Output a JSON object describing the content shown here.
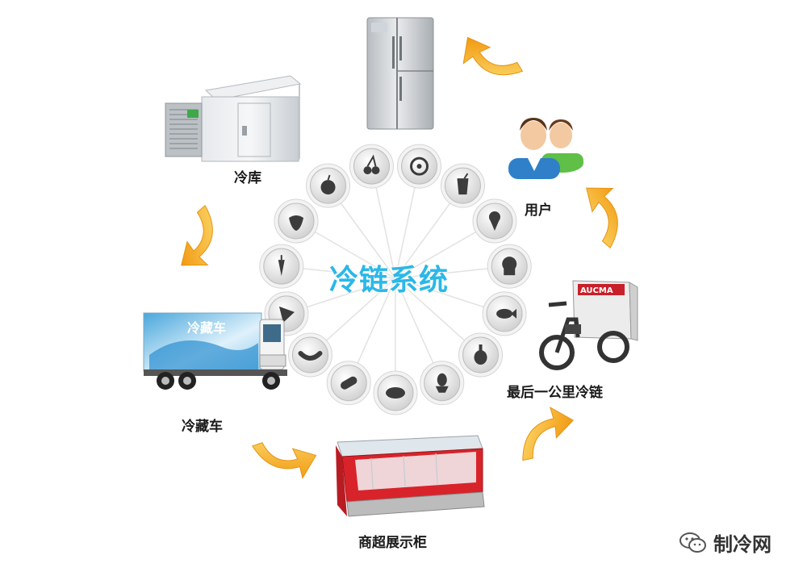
{
  "center_title": "冷链系统",
  "nodes": {
    "cold_storage": "冷库",
    "user": "用户",
    "last_mile": "最后一公里冷链",
    "supermarket": "商超展示柜",
    "refrigerated_truck": "冷藏车"
  },
  "truck_logo_text": "冷藏车",
  "tricycle_brand": "AUCMA",
  "watermark": "制冷网",
  "food_icons": [
    "turbine-icon",
    "drink-icon",
    "ice-cream-icon",
    "muffin-icon",
    "fish-icon",
    "ham-icon",
    "egg-icon",
    "bread-icon",
    "pill-icon",
    "sausage-icon",
    "pizza-icon",
    "carrot-icon",
    "strawberry-icon",
    "apple-icon",
    "cherry-icon"
  ],
  "colors": {
    "accent": "#2bb8e8",
    "arrow": "#f6b21a",
    "cabinet_red": "#d8232a"
  }
}
